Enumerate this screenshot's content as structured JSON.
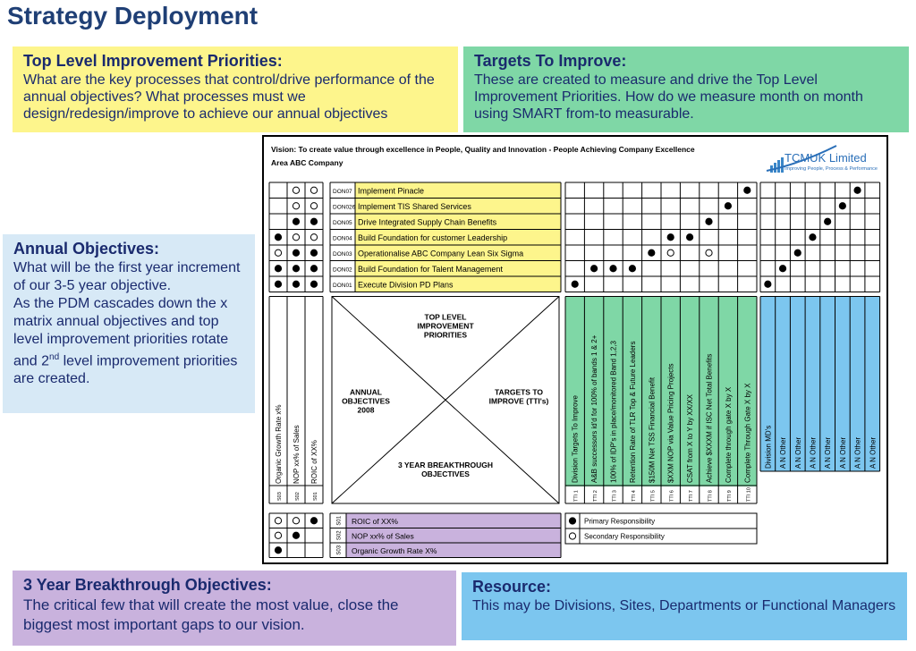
{
  "title": "Strategy Deployment",
  "callouts": {
    "tlip": {
      "title": "Top Level Improvement Priorities:",
      "body": "What are the key processes that control/drive performance of the annual objectives? What processes must we design/redesign/improve to achieve our annual objectives"
    },
    "tti": {
      "title": "Targets To Improve:",
      "body": "These are created to measure and drive the Top Level Improvement Priorities. How do we measure month on month using SMART from-to measurable."
    },
    "ao": {
      "title": "Annual Objectives:",
      "body1": "What will be the first year increment of our 3-5 year objective.",
      "body2a": "As the PDM cascades down the x matrix annual objectives and top level improvement priorities rotate and 2",
      "body2sup": "nd",
      "body2b": " level improvement priorities are created."
    },
    "breakthrough": {
      "title": "3 Year Breakthrough Objectives:",
      "body": "The critical few that will create the most value, close the biggest most important gaps to our vision."
    },
    "resource": {
      "title": "Resource:",
      "body": "This may be Divisions, Sites, Departments or Functional Managers"
    }
  },
  "matrix": {
    "vision": "Vision: To create value through excellence in People, Quality and Innovation - People Achieving Company Excellence",
    "area": "Area ABC Company",
    "logo_name": "TCMUK Limited",
    "logo_tagline": "Improving People, Process & Performance",
    "priorities": [
      {
        "code": "DON07",
        "label": "Implement Pinacle",
        "ao": [
          "",
          "open",
          "open"
        ],
        "tti": [
          9
        ],
        "res": [
          6
        ]
      },
      {
        "code": "DON026",
        "label": "Implement TIS Shared Services",
        "ao": [
          "",
          "open",
          "open"
        ],
        "tti": [
          8
        ],
        "res": [
          5
        ]
      },
      {
        "code": "DON05",
        "label": "Drive Integrated Supply Chain Benefits",
        "ao": [
          "",
          "filled",
          "filled"
        ],
        "tti": [
          7
        ],
        "res": [
          4
        ]
      },
      {
        "code": "DON04",
        "label": "Build Foundation for customer Leadership",
        "ao": [
          "filled",
          "open",
          "open"
        ],
        "tti": [
          5,
          6
        ],
        "res": [
          3
        ]
      },
      {
        "code": "DON03",
        "label": "Operationalise ABC Company Lean Six Sigma",
        "ao": [
          "open",
          "filled",
          "filled"
        ],
        "tti": [
          4,
          "o5",
          "o7"
        ],
        "res": [
          2
        ]
      },
      {
        "code": "DON02",
        "label": "Build Foundation for Talent Management",
        "ao": [
          "filled",
          "filled",
          "filled"
        ],
        "tti": [
          1,
          2,
          3
        ],
        "res": [
          1
        ]
      },
      {
        "code": "DON01",
        "label": "Execute Division PD Plans",
        "ao": [
          "filled",
          "filled",
          "filled"
        ],
        "tti": [
          0
        ],
        "res": [
          0
        ]
      }
    ],
    "annual_objectives": [
      {
        "code": "S03",
        "label": "Organic Growth Rate x%"
      },
      {
        "code": "S02",
        "label": "NOP xx% of Sales"
      },
      {
        "code": "S01",
        "label": "ROIC of XX%"
      }
    ],
    "breakthroughs": [
      {
        "code": "S01",
        "label": "ROIC of XX%",
        "marks": [
          "open",
          "open",
          "filled"
        ]
      },
      {
        "code": "S02",
        "label": "NOP xx% of Sales",
        "marks": [
          "open",
          "filled",
          ""
        ]
      },
      {
        "code": "S03",
        "label": "Organic Growth Rate X%",
        "marks": [
          "filled",
          "",
          ""
        ]
      }
    ],
    "ttis": [
      {
        "code": "TTI 1",
        "label": "Division Targets To Improve"
      },
      {
        "code": "TTI 2",
        "label": "A&B successors id'd for 100% of bands 1 & 2+"
      },
      {
        "code": "TTI 3",
        "label": "100% of IDP's in place/monitored Band 1,2,3"
      },
      {
        "code": "TTI 4",
        "label": "Retention Rate of TLR Top & Future Leaders"
      },
      {
        "code": "TTI 5",
        "label": "$150M Net TSS Financial Benefit"
      },
      {
        "code": "TTI 6",
        "label": "$XXM NOP via Value Pricing Projects"
      },
      {
        "code": "TTI 7",
        "label": "CSAT from X to Y by XX/XX"
      },
      {
        "code": "TTI 8",
        "label": "Achieve $XXXM if ISC Net Total Benefits"
      },
      {
        "code": "TTI 9",
        "label": "Complete through gate X by X"
      },
      {
        "code": "TTI 10",
        "label": "Complete Through Gate X by X"
      }
    ],
    "resources": [
      "Division MD's",
      "A N Other",
      "A N Other",
      "A N Other",
      "A N Other",
      "A N Other",
      "A N Other",
      "A N Other"
    ],
    "center": {
      "top": [
        "TOP LEVEL",
        "IMPROVEMENT",
        "PRIORITIES"
      ],
      "left": [
        "ANNUAL",
        "OBJECTIVES",
        "2008"
      ],
      "right": [
        "TARGETS TO",
        "IMPROVE (TTI's)"
      ],
      "bottom": [
        "3 YEAR BREAKTHROUGH",
        "OBJECTIVES"
      ]
    },
    "legend": {
      "primary": "Primary Responsibility",
      "secondary": "Secondary Responsibility"
    }
  },
  "colors": {
    "yellow": "#fdf58c",
    "green": "#7fd7a6",
    "light_blue": "#d7e9f6",
    "purple": "#c9b2dd",
    "blue": "#7cc6ef",
    "title": "#1f3f75"
  }
}
